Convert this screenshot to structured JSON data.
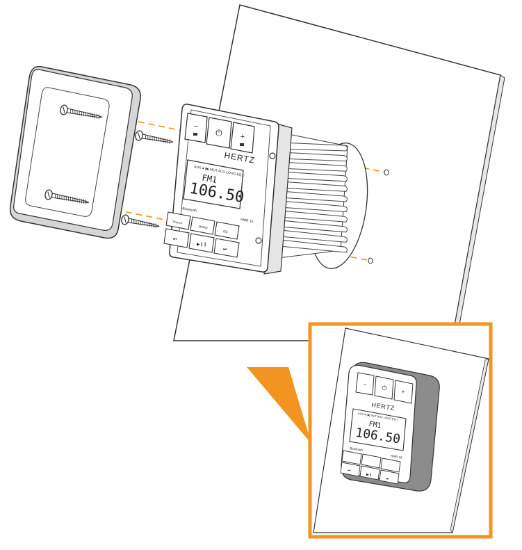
{
  "device": {
    "brand": "HERTZ",
    "model": "HMR 15",
    "bluetooth_label": "Bluetooth",
    "status_row": "AUX ● [■] MUT AUX LOUD EQ ▯",
    "lcd_band": "FM1",
    "lcd_frequency": "106.50",
    "buttons": {
      "minus": "−",
      "power": "⏻",
      "plus": "+",
      "source": "Source",
      "band": "BAND",
      "eq": "EQ",
      "prev": "⏮",
      "play_pause": "▶❙❙",
      "next": "⏭"
    }
  },
  "inset": {
    "brand": "HERTZ",
    "model": "HMR 15",
    "bluetooth_label": "Bluetooth",
    "status_row": "AUX ● [■] MUT AUX LOUD EQ ▯",
    "lcd_band": "FM1",
    "lcd_frequency": "106.50"
  },
  "colors": {
    "line": "#333333",
    "guide": "#e8901f",
    "callout": "#f39421",
    "housing": "#d9d9d9",
    "frame_shadow": "#8c8c8c"
  },
  "icons": [
    "screw-icon",
    "power-icon",
    "prev-icon",
    "play-pause-icon",
    "next-icon"
  ]
}
